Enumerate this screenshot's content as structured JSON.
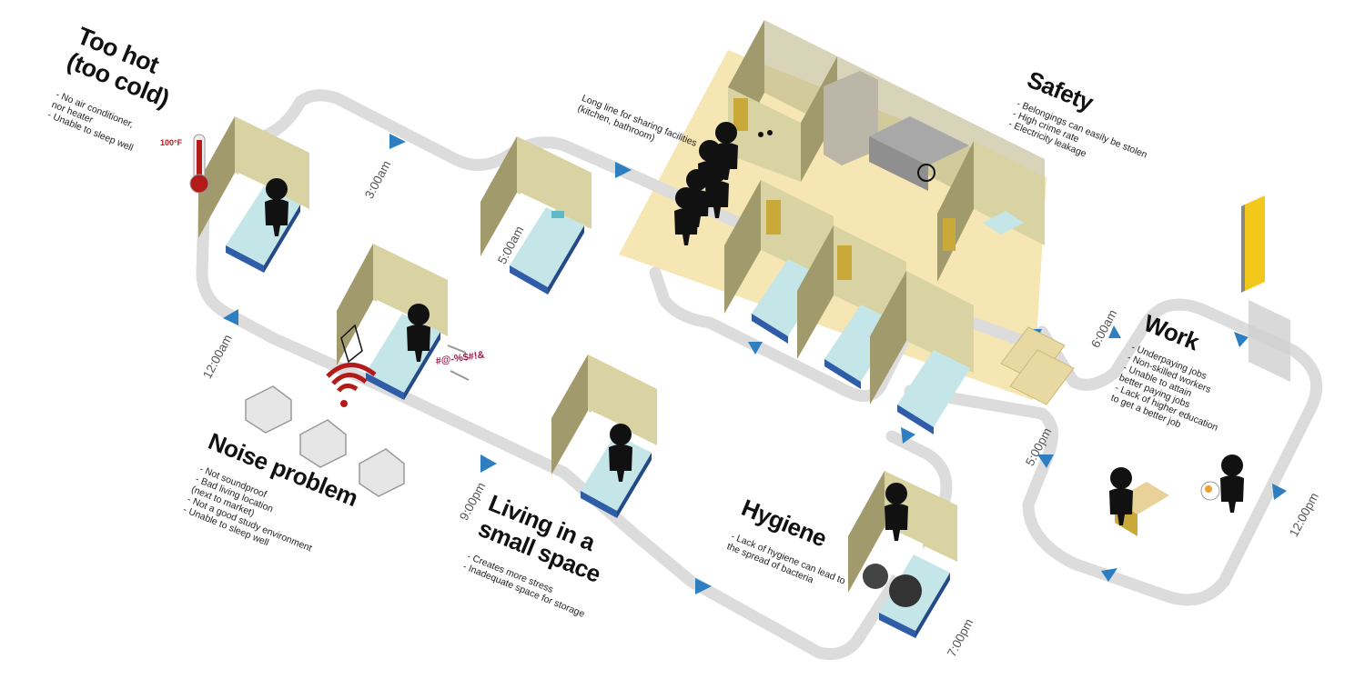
{
  "sections": {
    "too_hot": {
      "title_lines": [
        "Too hot",
        "(too cold)"
      ],
      "bullets": [
        "- No air conditioner,",
        "  nor heater",
        "- Unable to sleep well"
      ],
      "temperature": "100°F"
    },
    "noise": {
      "title": "Noise problem",
      "bullets": [
        "- Not soundproof",
        "- Bad living location",
        "  (next to market)",
        "- Not a good study environment",
        "- Unable to sleep well"
      ],
      "swear": "#@-%$#!&"
    },
    "living": {
      "title_lines": [
        "Living in a",
        "small space"
      ],
      "bullets": [
        "- Creates more stress",
        "- Inadequate space for storage"
      ]
    },
    "hygiene": {
      "title": "Hygiene",
      "bullets": [
        "- Lack of hygiene can lead to",
        "the spread of bacteria"
      ]
    },
    "sharing": {
      "note_lines": [
        "Long line for sharing facilities",
        "(kitchen, bathroom)"
      ]
    },
    "safety": {
      "title": "Safety",
      "bullets": [
        "- Belongings can easily be stolen",
        "- High crime rate",
        "- Electricity leakage"
      ]
    },
    "work": {
      "title": "Work",
      "bullets": [
        "- Underpaying jobs",
        "- Non-skilled workers",
        "- Unable to attain",
        "  better paying jobs",
        "- Lack of higher education",
        "  to get a better job"
      ]
    }
  },
  "times": {
    "t0300": "3:00am",
    "t0500": "5:00am",
    "t1200am": "12:00am",
    "t0900": "9:00pm",
    "t0700": "7:00pm",
    "t0500pm": "5:00pm",
    "t0600": "6:00am",
    "t1200pm": "12:00pm"
  },
  "colors": {
    "path": "#dcdcdc",
    "arrow": "#2e7fc1",
    "wall": "#d9d3a4",
    "wall_dark": "#a19a6c",
    "bed": "#c5e6e9",
    "bed_base": "#2f5da8",
    "highlight": "#f3e2a6",
    "heat": "#b31b1b",
    "sign": "#f2c81a"
  }
}
